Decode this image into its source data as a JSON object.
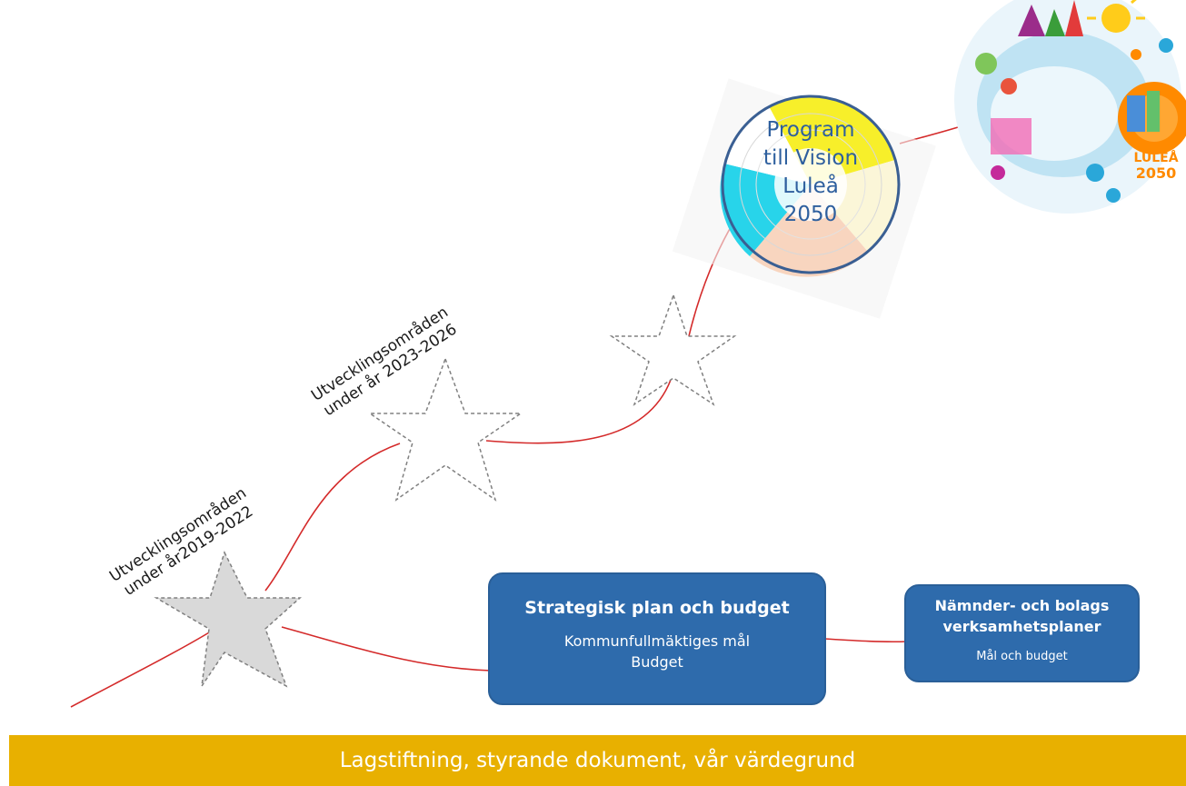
{
  "labels": {
    "first_period_line1": "Utvecklingsområden",
    "first_period_line2": "under år2019-2022",
    "second_period_line1": "Utvecklingsområden",
    "second_period_line2": "under år 2023-2026"
  },
  "vision_program": {
    "line1": "Program",
    "line2": "till Vision",
    "line3": "Luleå",
    "line4": "2050"
  },
  "vision_logo": {
    "line1": "LULEÅ",
    "line2": "2050"
  },
  "strategic_box": {
    "title": "Strategisk plan och budget",
    "line1": "Kommunfullmäktiges mål",
    "line2": "Budget"
  },
  "boards_box": {
    "title_line1": "Nämnder- och bolags",
    "title_line2": "verksamhetsplaner",
    "subtitle": "Mål och budget"
  },
  "footer": {
    "text": "Lagstiftning, styrande dokument, vår värdegrund"
  },
  "colors": {
    "path_line": "#d42a2a",
    "box_fill": "#2e6bac",
    "footer_fill": "#e8b000",
    "filled_star": "#d9d9d9",
    "vision_text": "#2e5f9e"
  }
}
